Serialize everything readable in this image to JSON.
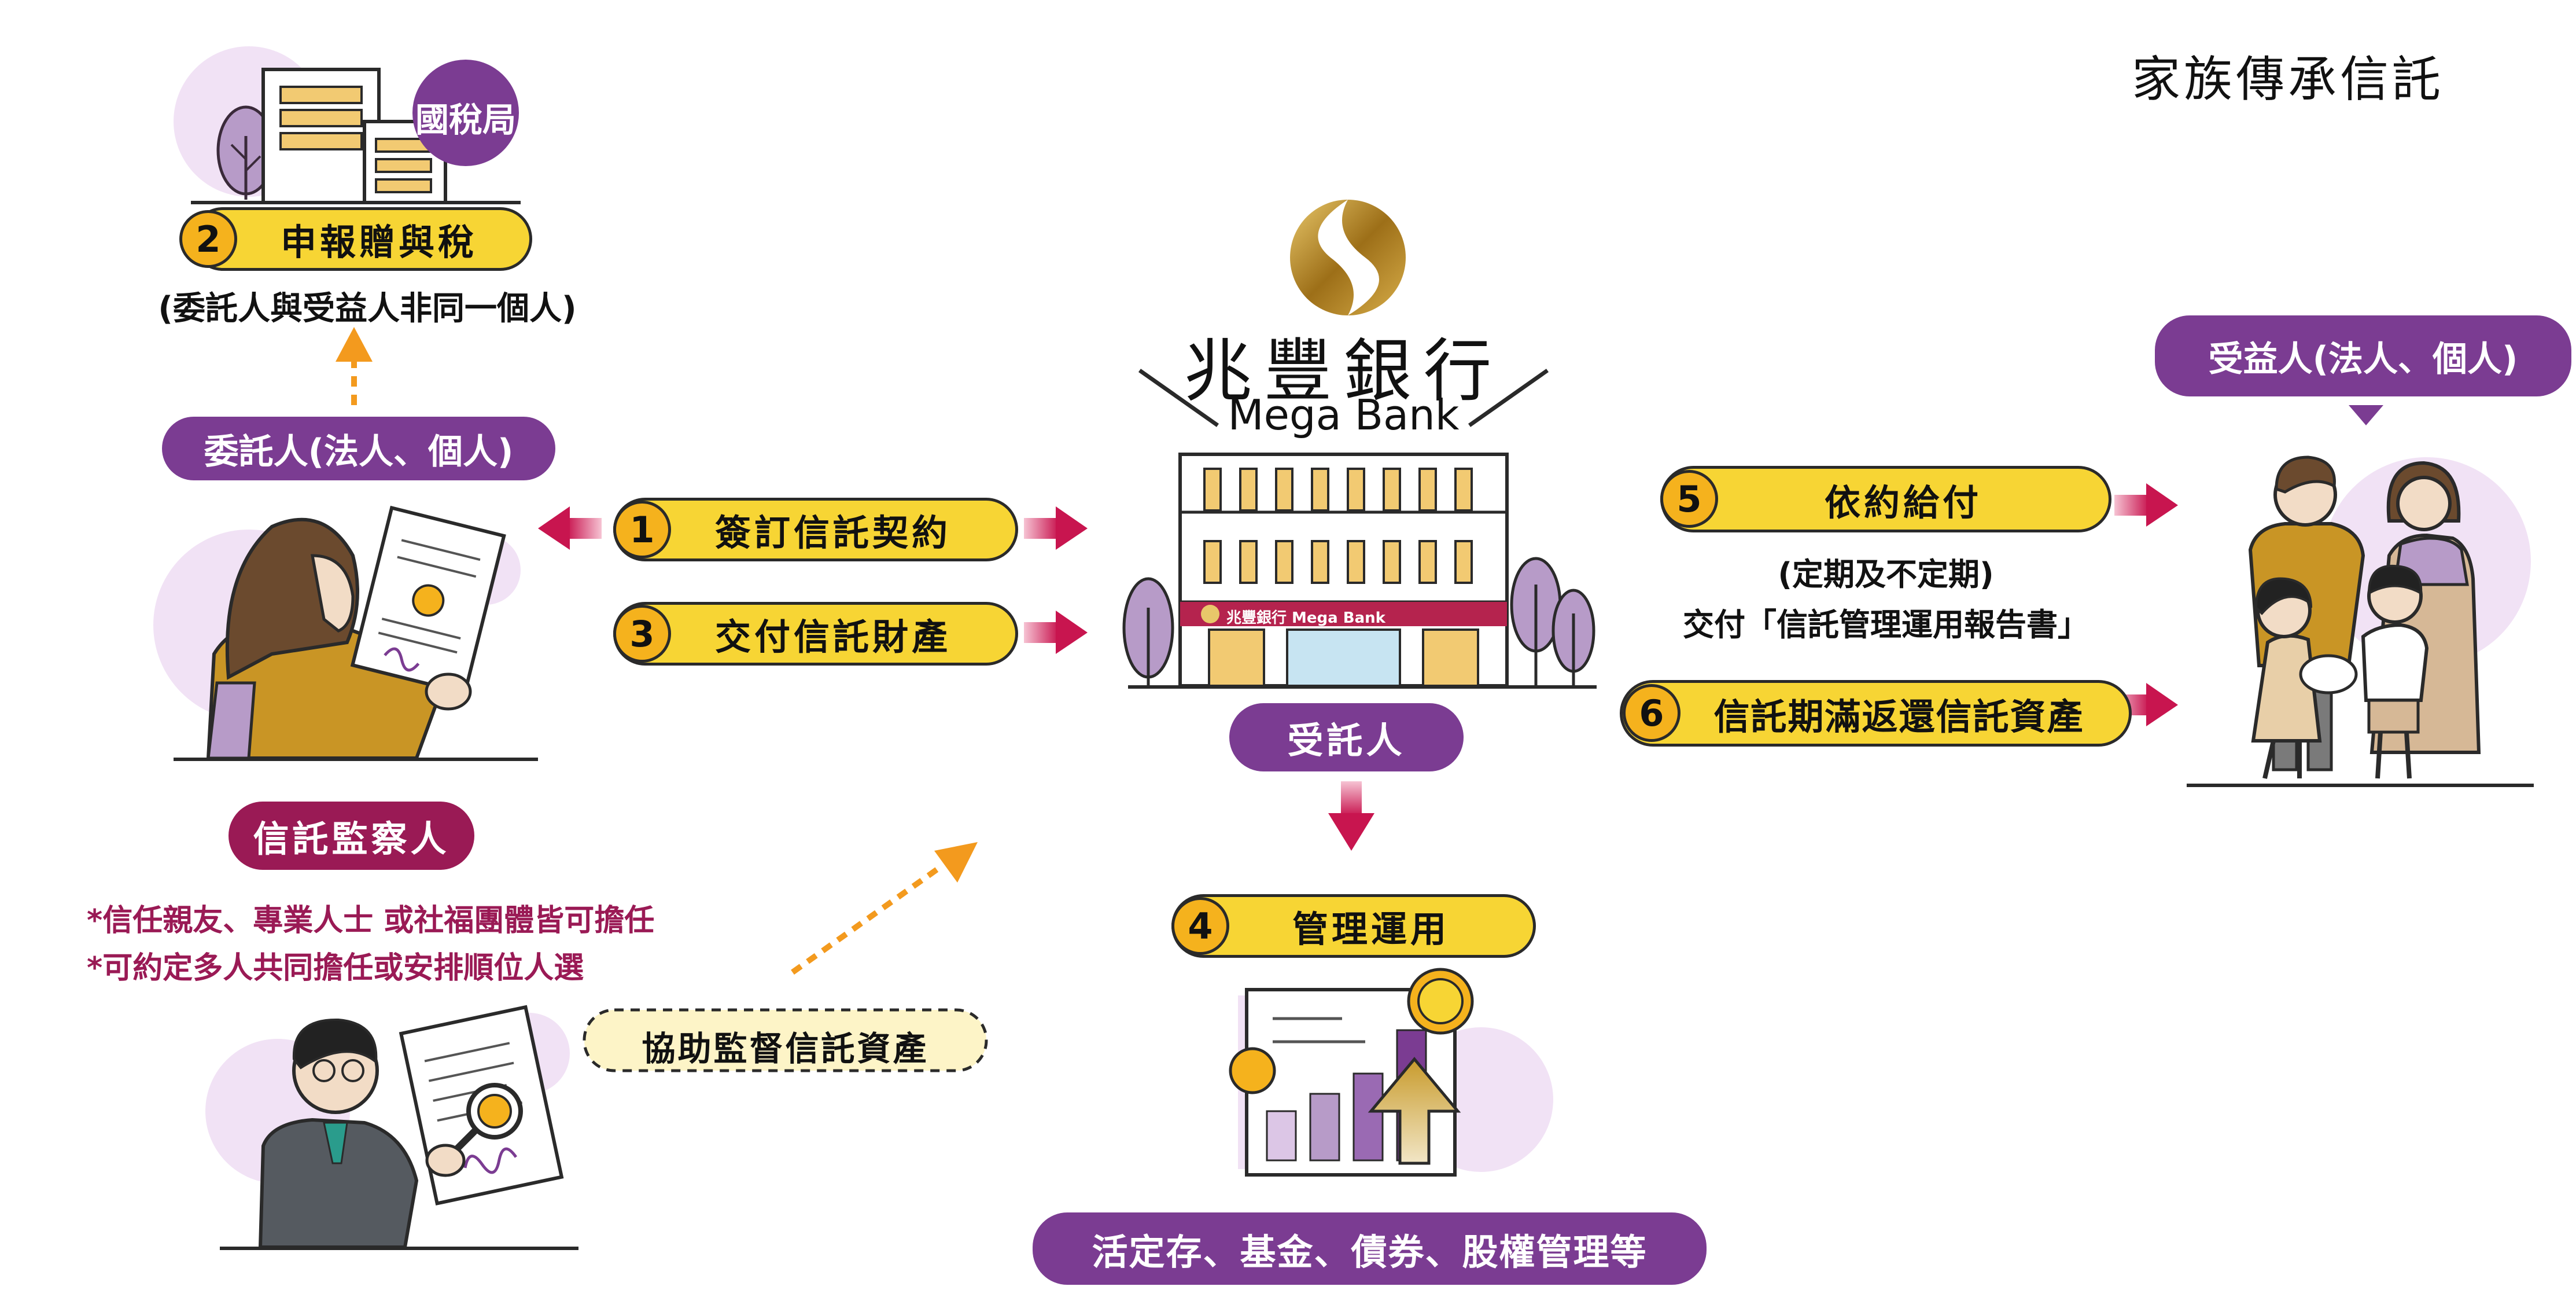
{
  "title": "家族傳承信託",
  "bank": {
    "name_zh": "兆豐銀行",
    "name_en": "Mega Bank",
    "sign_text": "兆豐銀行 Mega Bank"
  },
  "tax_office": {
    "building_label": "國稅局",
    "step_number": "2",
    "step_label": "申報贈與稅",
    "note": "(委託人與受益人非同一個人)"
  },
  "settlor": {
    "label": "委託人(法人、個人)"
  },
  "steps": {
    "sign_contract": {
      "number": "1",
      "label": "簽訂信託契約"
    },
    "deliver_assets": {
      "number": "3",
      "label": "交付信託財產"
    },
    "management": {
      "number": "4",
      "label": "管理運用"
    },
    "payment": {
      "number": "5",
      "label": "依約給付"
    },
    "return_assets": {
      "number": "6",
      "label": "信託期滿返還信託資產"
    }
  },
  "payment_notes": {
    "line1": "(定期及不定期)",
    "line2": "交付「信託管理運用報告書」"
  },
  "trustee": {
    "label": "受託人"
  },
  "beneficiary": {
    "label": "受益人(法人、個人)"
  },
  "supervisor": {
    "label": "信託監察人",
    "note1": "*信任親友、專業人士 或社福團體皆可擔任",
    "note2": "*可約定多人共同擔任或安排順位人選",
    "assist_label": "協助監督信託資產"
  },
  "products": {
    "label": "活定存、基金、債券、股權管理等"
  },
  "colors": {
    "purple": "#7b3c92",
    "yellow": "#f7d534",
    "orange_number": "#f5b21d",
    "crimson_arrow": "#c8154f",
    "dashed_arrow": "#f39a1e",
    "lavender": "#f1e2f5",
    "gold": "#c89b2c"
  }
}
